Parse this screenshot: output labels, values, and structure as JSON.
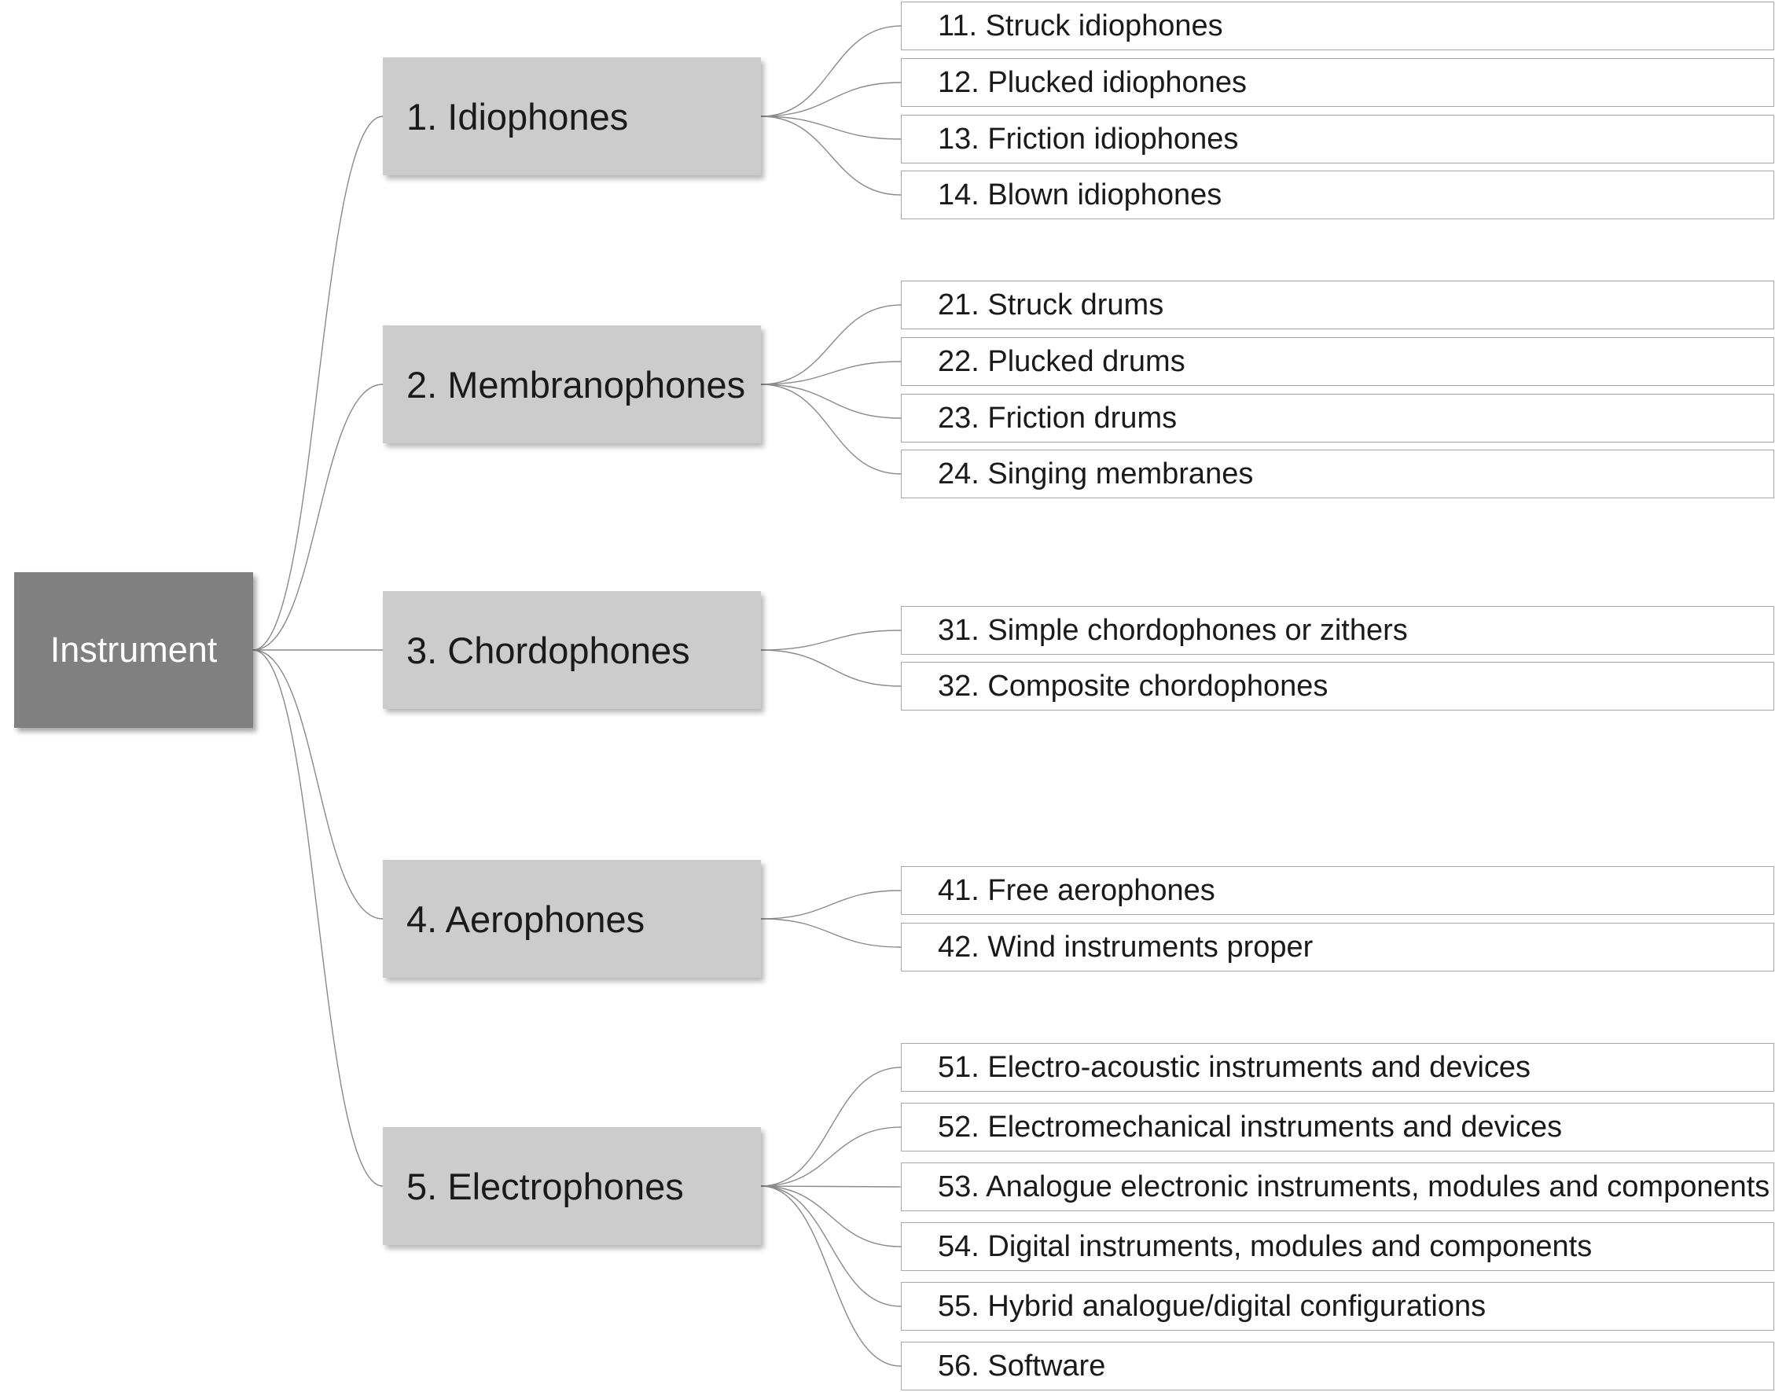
{
  "root": {
    "label": "Instrument"
  },
  "categories": [
    {
      "label": "1. Idiophones",
      "children": [
        "11. Struck idiophones",
        "12. Plucked idiophones",
        "13. Friction idiophones",
        "14. Blown idiophones"
      ]
    },
    {
      "label": "2. Membranophones",
      "children": [
        "21. Struck drums",
        "22. Plucked drums",
        "23. Friction drums",
        "24. Singing membranes"
      ]
    },
    {
      "label": "3. Chordophones",
      "children": [
        "31. Simple chordophones or zithers",
        "32. Composite chordophones"
      ]
    },
    {
      "label": "4. Aerophones",
      "children": [
        "41. Free aerophones",
        "42. Wind instruments proper"
      ]
    },
    {
      "label": "5. Electrophones",
      "children": [
        "51. Electro-acoustic instruments and devices",
        "52. Electromechanical instruments and devices",
        "53. Analogue electronic instruments, modules and components",
        "54. Digital instruments, modules and components",
        "55. Hybrid analogue/digital configurations",
        "56. Software"
      ]
    }
  ],
  "colors": {
    "root_fill": "#808080",
    "root_text": "#ffffff",
    "category_fill": "#cccccc",
    "subcategory_border": "#a6a6a6",
    "connector": "#8a8a8a"
  }
}
